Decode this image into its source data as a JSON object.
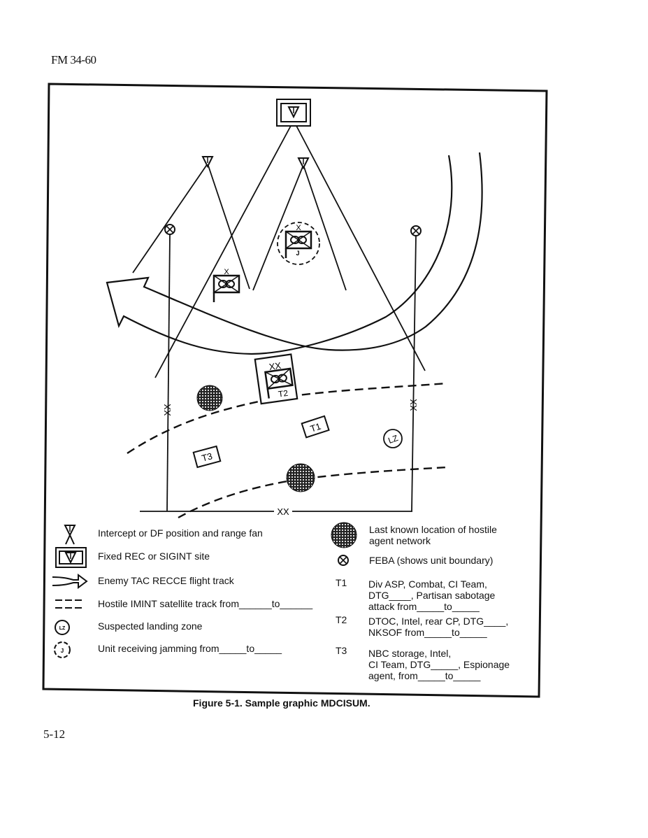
{
  "header": {
    "doc_id": "FM 34-60"
  },
  "footer": {
    "page_number": "5-12"
  },
  "figure": {
    "caption": "Figure 5-1.  Sample graphic MDCISUM.",
    "map_labels": {
      "t1": "T1",
      "t2": "T2",
      "t3": "T3",
      "lz": "LZ",
      "jamming": "J",
      "brigade_echelon": "X",
      "division_echelon": "XX"
    },
    "legend": {
      "left": [
        {
          "icon": "intercept-df-icon",
          "text": "Intercept or DF position and range fan"
        },
        {
          "icon": "fixed-sigint-site-icon",
          "text": "Fixed REC or SIGINT site"
        },
        {
          "icon": "flight-track-arrow-icon",
          "text": "Enemy TAC RECCE flight track"
        },
        {
          "icon": "dashed-track-icon",
          "text": "Hostile IMINT satellite track from______to______"
        },
        {
          "icon": "landing-zone-icon",
          "text": "Suspected landing zone"
        },
        {
          "icon": "jamming-icon",
          "text": "Unit receiving jamming from_____to_____"
        }
      ],
      "right": [
        {
          "icon": "hostile-network-icon",
          "key": "",
          "lines": [
            "Last known location of hostile",
            "agent network"
          ]
        },
        {
          "icon": "feba-icon",
          "key": "",
          "lines": [
            "FEBA (shows unit boundary)"
          ]
        },
        {
          "key": "T1",
          "lines": [
            "Div ASP, Combat, CI Team,",
            "DTG____, Partisan sabotage",
            "attack from_____to_____"
          ]
        },
        {
          "key": "T2",
          "lines": [
            "DTOC, Intel, rear CP, DTG____,",
            "NKSOF from_____to_____"
          ]
        },
        {
          "key": "T3",
          "lines": [
            "NBC storage, Intel,",
            "CI Team, DTG_____, Espionage",
            "agent, from_____to_____"
          ]
        }
      ],
      "lz_icon_text": "LZ",
      "j_icon_text": "J"
    }
  }
}
